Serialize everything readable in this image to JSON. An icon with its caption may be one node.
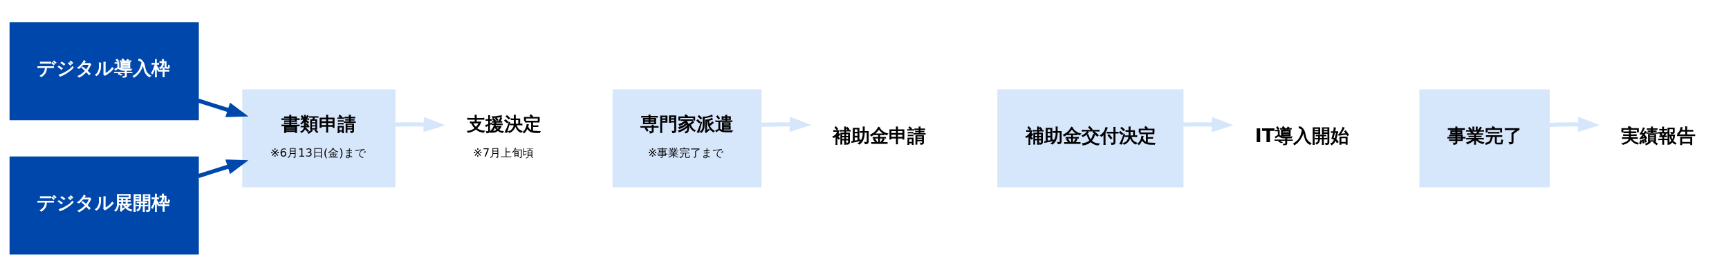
{
  "diagram": {
    "nodes": [
      {
        "text": [
          "デジタル導入枠"
        ]
      },
      {
        "text": [
          "デジタル展開枠"
        ]
      },
      {
        "text": [
          "書類申請",
          "※6月13日(金)まで"
        ]
      },
      {
        "text": [
          "支援決定",
          "※7月上旬頃"
        ]
      },
      {
        "text": [
          "専門家派遣",
          "※事業完了まで"
        ]
      },
      {
        "text": [
          "補助金申請"
        ]
      },
      {
        "text": [
          "補助金交付決定"
        ]
      },
      {
        "text": [
          "IT導入開始"
        ]
      },
      {
        "text": [
          "事業完了"
        ]
      },
      {
        "text": [
          "実績報告"
        ]
      }
    ],
    "edges": [
      {
        "from": 0,
        "to": 2,
        "arrow": "to",
        "color": "#0047ab"
      },
      {
        "from": 1,
        "to": 2,
        "arrow": "to",
        "color": "#0047ab"
      },
      {
        "from": 2,
        "to": 3,
        "arrow": "to"
      },
      {
        "from": 4,
        "to": 5,
        "arrow": "to"
      },
      {
        "from": 6,
        "to": 7,
        "arrow": "to"
      },
      {
        "from": 8,
        "to": 9,
        "arrow": "to"
      }
    ]
  }
}
